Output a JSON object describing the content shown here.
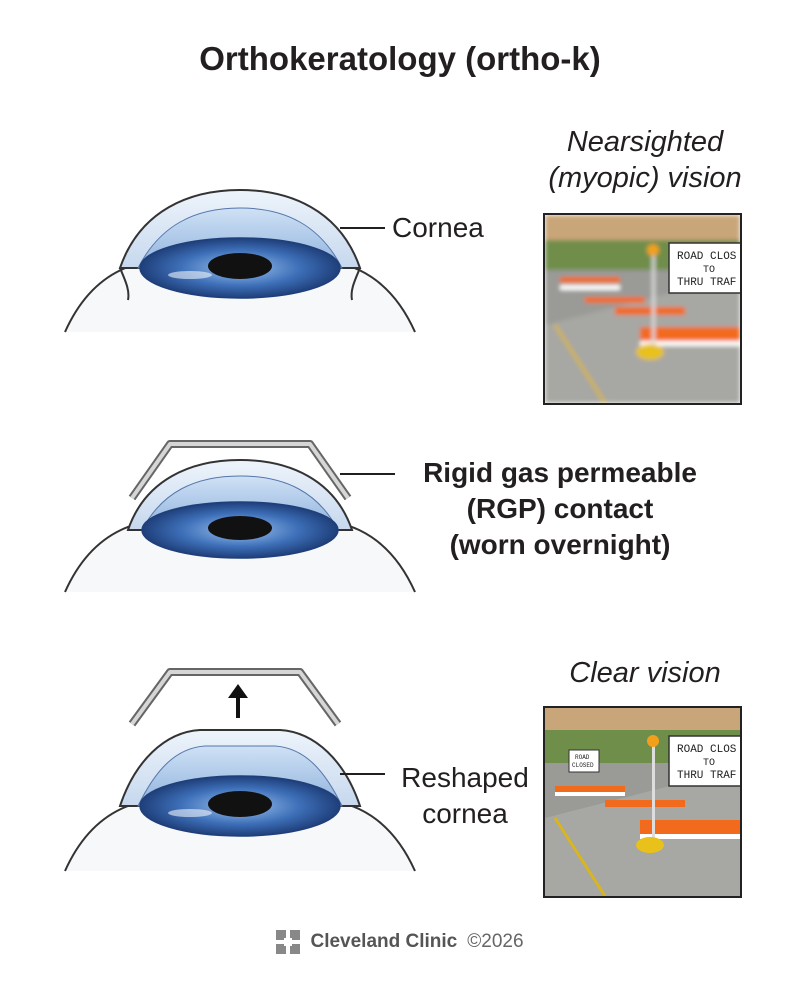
{
  "title": "Orthokeratology (ortho-k)",
  "panels": [
    {
      "label_lines": [
        "Cornea"
      ]
    },
    {
      "label_lines": [
        "Rigid gas permeable",
        "(RGP) contact",
        "(worn overnight)"
      ]
    },
    {
      "label_lines": [
        "Reshaped",
        "cornea"
      ]
    }
  ],
  "photos": [
    {
      "caption_lines": [
        "Nearsighted",
        "(myopic) vision"
      ],
      "sign_line1": "ROAD CLOS",
      "sign_line2": "TO",
      "sign_line3": "THRU TRAF"
    },
    {
      "caption_lines": [
        "Clear vision"
      ],
      "sign_line1": "ROAD CLOS",
      "sign_line2": "TO",
      "sign_line3": "THRU TRAF",
      "small_sign_line1": "ROAD",
      "small_sign_line2": "CLOSED"
    }
  ],
  "footer": {
    "brand": "Cleveland Clinic",
    "copyright": "©2026"
  },
  "colors": {
    "iris": "#3d6fb8",
    "pupil": "#111111",
    "barricade_orange": "#f26a1b"
  }
}
